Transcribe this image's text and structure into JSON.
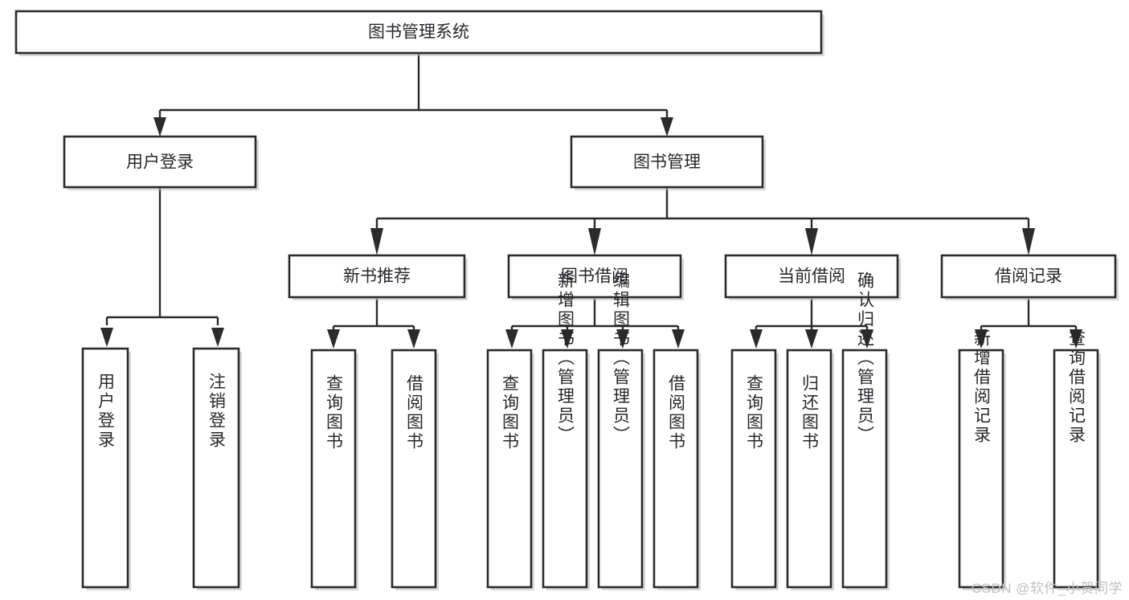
{
  "diagram": {
    "type": "tree-hierarchy-chart",
    "title": "图书管理系统",
    "watermark": "CSDN @软件_小贺同学",
    "colors": {
      "box_stroke": "#2b2b2b",
      "box_fill": "#ffffff",
      "text": "#26282b",
      "background": "#ffffff",
      "watermark": "#bfbfbf"
    },
    "levels": [
      {
        "level": 1,
        "nodes": [
          {
            "id": "root",
            "label": "图书管理系统",
            "orientation": "horizontal"
          }
        ]
      },
      {
        "level": 2,
        "nodes": [
          {
            "id": "user-login",
            "label": "用户登录",
            "orientation": "horizontal",
            "parent": "root"
          },
          {
            "id": "book-manage",
            "label": "图书管理",
            "orientation": "horizontal",
            "parent": "root"
          }
        ]
      },
      {
        "level": 3,
        "nodes": [
          {
            "id": "new-book-recommend",
            "label": "新书推荐",
            "orientation": "horizontal",
            "parent": "book-manage"
          },
          {
            "id": "book-borrow",
            "label": "图书借阅",
            "orientation": "horizontal",
            "parent": "book-manage"
          },
          {
            "id": "current-borrow",
            "label": "当前借阅",
            "orientation": "horizontal",
            "parent": "book-manage"
          },
          {
            "id": "borrow-record",
            "label": "借阅记录",
            "orientation": "horizontal",
            "parent": "book-manage"
          }
        ]
      },
      {
        "level": 4,
        "nodes": [
          {
            "id": "leaf-user-login",
            "label": "用户登录",
            "orientation": "vertical",
            "parent": "user-login"
          },
          {
            "id": "leaf-logout",
            "label": "注销登录",
            "orientation": "vertical",
            "parent": "user-login"
          },
          {
            "id": "leaf-query-book-1",
            "label": "查询图书",
            "orientation": "vertical",
            "parent": "new-book-recommend"
          },
          {
            "id": "leaf-borrow-book-1",
            "label": "借阅图书",
            "orientation": "vertical",
            "parent": "new-book-recommend"
          },
          {
            "id": "leaf-query-book-2",
            "label": "查询图书",
            "orientation": "vertical",
            "parent": "book-borrow"
          },
          {
            "id": "leaf-add-book",
            "label": "新增图书（管理员）",
            "orientation": "vertical",
            "parent": "book-borrow"
          },
          {
            "id": "leaf-edit-book",
            "label": "编辑图书（管理员）",
            "orientation": "vertical",
            "parent": "book-borrow"
          },
          {
            "id": "leaf-borrow-book-2",
            "label": "借阅图书",
            "orientation": "vertical",
            "parent": "book-borrow"
          },
          {
            "id": "leaf-query-book-3",
            "label": "查询图书",
            "orientation": "vertical",
            "parent": "current-borrow"
          },
          {
            "id": "leaf-return-book",
            "label": "归还图书",
            "orientation": "vertical",
            "parent": "current-borrow"
          },
          {
            "id": "leaf-confirm-return",
            "label": "确认归还（管理员）",
            "orientation": "vertical",
            "parent": "current-borrow"
          },
          {
            "id": "leaf-add-record",
            "label": "新增借阅记录",
            "orientation": "vertical",
            "parent": "borrow-record"
          },
          {
            "id": "leaf-query-record",
            "label": "查询借阅记录",
            "orientation": "vertical",
            "parent": "borrow-record"
          }
        ]
      }
    ]
  }
}
